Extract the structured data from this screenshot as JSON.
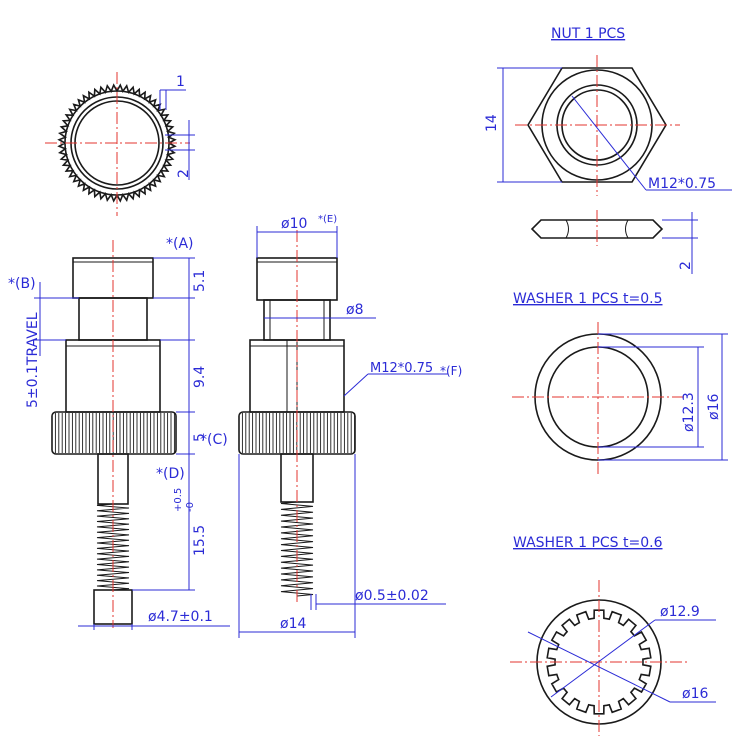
{
  "colors": {
    "outline": "#1a1a1a",
    "centerline": "#e3342f",
    "dimension": "#2b2bd6"
  },
  "top_view": {
    "dim_1": "1",
    "dim_2": "2"
  },
  "front_view": {
    "note_a": "*(A)",
    "note_b": "*(B)",
    "note_c": "*(C)",
    "note_d": "*(D)",
    "dim_cap": "5.1",
    "dim_travel": "5±0.1TRAVEL",
    "dim_body": "9.4",
    "dim_knurl": "5",
    "dim_pin": "15.5",
    "dim_pin_tol_plus": "+0.5",
    "dim_pin_tol_minus": "-0",
    "dim_tip": "ø4.7±0.1"
  },
  "side_view": {
    "dim_head": "ø10",
    "note_e": "*(E)",
    "dim_neck": "ø8",
    "thread": "M12*0.75",
    "note_f": "*(F)",
    "dim_wire": "ø0.5±0.02",
    "dim_knurl": "ø14"
  },
  "nut": {
    "title": "NUT  1  PCS",
    "dim_height": "14",
    "thread": "M12*0.75",
    "dim_thick": "2"
  },
  "washer1": {
    "title": "WASHER  1  PCS  t=0.5",
    "dim_inner": "ø12.3",
    "dim_outer": "ø16"
  },
  "washer2": {
    "title": "WASHER  1  PCS  t=0.6",
    "dim_inner": "ø12.9",
    "dim_outer": "ø16"
  }
}
